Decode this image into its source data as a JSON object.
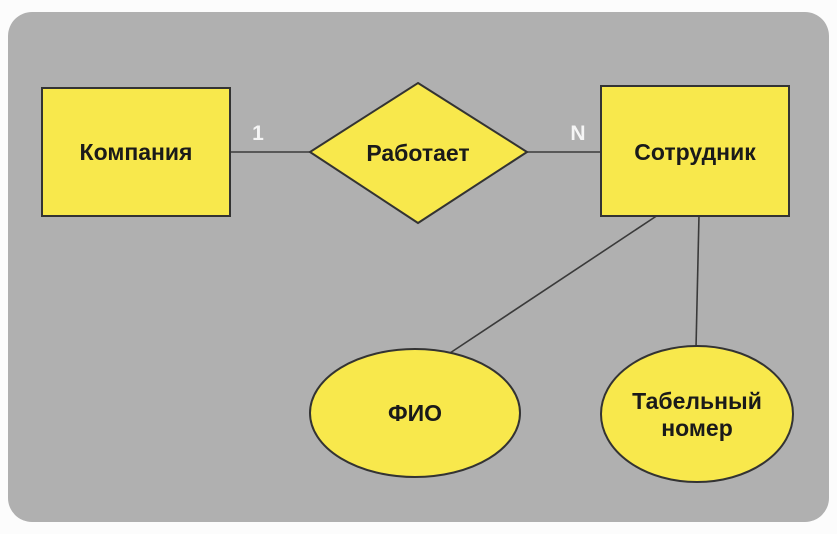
{
  "diagram": {
    "type": "er-diagram",
    "colors": {
      "background": "#b0b0b0",
      "shape_fill": "#f8e84c",
      "shape_stroke": "#333333",
      "label_text": "#1a1a1a",
      "cardinality_text": "#f5f5f5"
    },
    "entities": [
      {
        "label": "Компания"
      },
      {
        "label": "Сотрудник"
      }
    ],
    "relationship": {
      "label": "Работает"
    },
    "cardinality": {
      "one": "1",
      "many": "N"
    },
    "attributes": [
      {
        "label": "ФИО",
        "lines": [
          "ФИО"
        ]
      },
      {
        "label": "Табельный номер",
        "lines": [
          "Табельный",
          "номер"
        ]
      }
    ]
  }
}
